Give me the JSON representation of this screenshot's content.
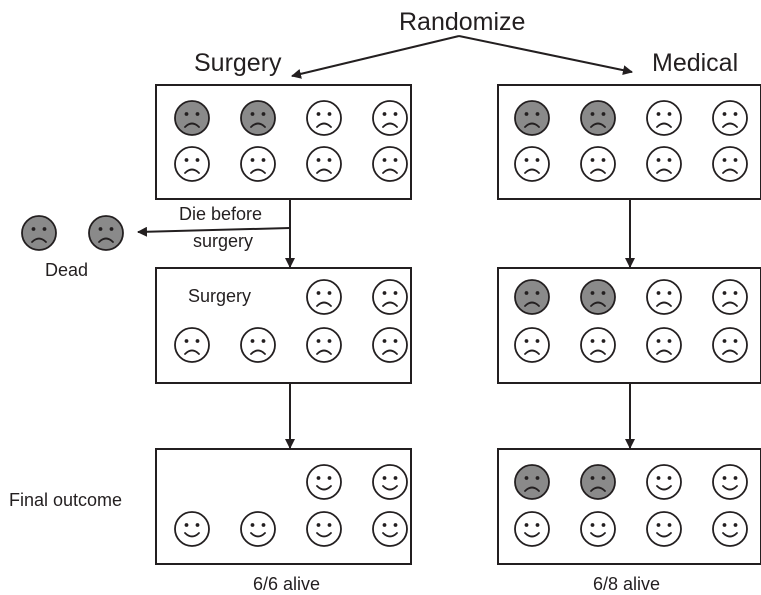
{
  "title": "Randomize",
  "arms": {
    "surgery": {
      "label": "Surgery",
      "outcome": "6/6 alive",
      "stages": [
        [
          "sad-dead",
          "sad-dead",
          "sad",
          "sad",
          "sad",
          "sad",
          "sad",
          "sad"
        ],
        [
          "empty",
          "empty",
          "sad",
          "sad",
          "sad",
          "sad",
          "sad",
          "sad"
        ],
        [
          "empty",
          "empty",
          "happy",
          "happy",
          "happy",
          "happy",
          "happy",
          "happy"
        ]
      ]
    },
    "medical": {
      "label": "Medical",
      "outcome": "6/8 alive",
      "stages": [
        [
          "sad-dead",
          "sad-dead",
          "sad",
          "sad",
          "sad",
          "sad",
          "sad",
          "sad"
        ],
        [
          "sad-dead",
          "sad-dead",
          "sad",
          "sad",
          "sad",
          "sad",
          "sad",
          "sad"
        ],
        [
          "sad-dead",
          "sad-dead",
          "happy",
          "happy",
          "happy",
          "happy",
          "happy",
          "happy"
        ]
      ]
    }
  },
  "labels": {
    "die_before_line1": "Die before",
    "die_before_line2": "surgery",
    "dead": "Dead",
    "surgery_inbox": "Surgery",
    "final_outcome": "Final outcome"
  },
  "dead_faces": [
    "sad-dead",
    "sad-dead"
  ],
  "colors": {
    "line": "#231f20",
    "dead_fill": "#8a8a8a",
    "alive_fill": "#ffffff"
  }
}
